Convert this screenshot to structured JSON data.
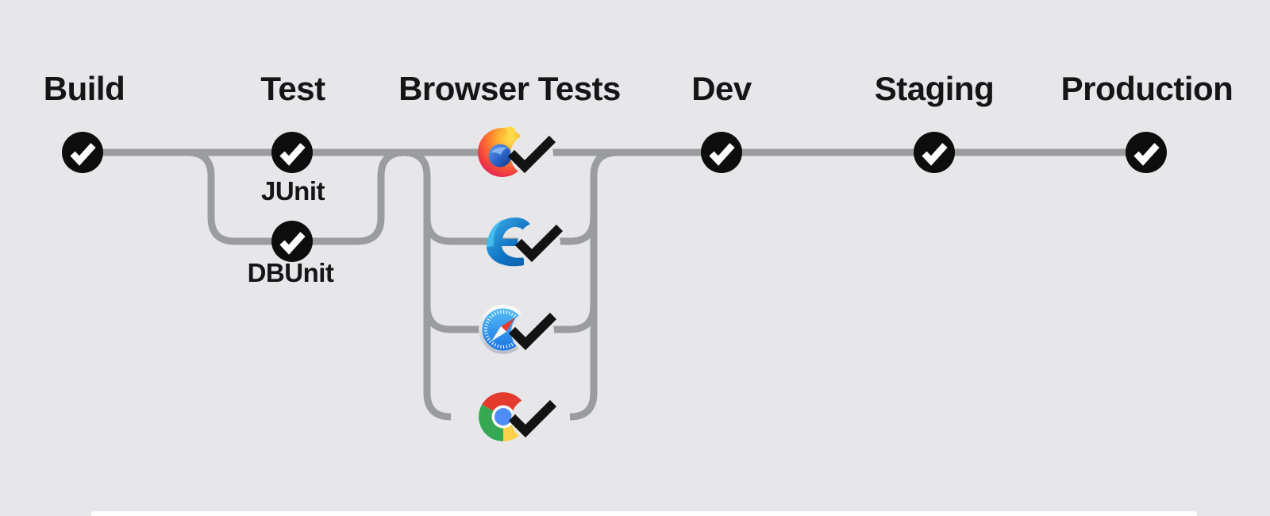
{
  "background_color": "#e7e7e9",
  "line_color": "#9b9c9e",
  "node_color": "#0d0d0d",
  "check_color_on_node": "#ffffff",
  "check_color_on_icon": "#131313",
  "text_color": "#151515",
  "stages": [
    {
      "label": "Build",
      "status": "passed"
    },
    {
      "label": "Test",
      "status": "passed",
      "jobs": [
        {
          "label": "JUnit",
          "status": "passed"
        },
        {
          "label": "DBUnit",
          "status": "passed"
        }
      ]
    },
    {
      "label": "Browser Tests",
      "status": "passed",
      "jobs": [
        {
          "name": "Firefox",
          "icon": "firefox-icon",
          "status": "passed"
        },
        {
          "name": "Edge",
          "icon": "edge-icon",
          "status": "passed"
        },
        {
          "name": "Safari",
          "icon": "safari-icon",
          "status": "passed"
        },
        {
          "name": "Chrome",
          "icon": "chrome-icon",
          "status": "passed"
        }
      ]
    },
    {
      "label": "Dev",
      "status": "passed"
    },
    {
      "label": "Staging",
      "status": "passed"
    },
    {
      "label": "Production",
      "status": "passed"
    }
  ]
}
